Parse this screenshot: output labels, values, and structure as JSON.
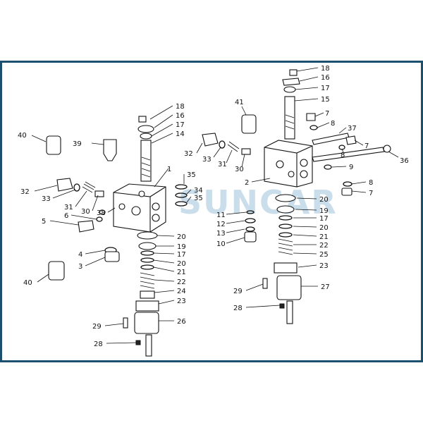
{
  "frame_color": "#1b4f6e",
  "watermark": "SUNCAR",
  "left_assembly_labels": [
    "40",
    "39",
    "32",
    "33",
    "31",
    "30",
    "38",
    "6",
    "5",
    "4",
    "3",
    "40",
    "18",
    "16",
    "17",
    "14",
    "1",
    "35",
    "34",
    "35",
    "20",
    "19",
    "17",
    "20",
    "21",
    "22",
    "24",
    "23",
    "26",
    "29",
    "28"
  ],
  "right_assembly_labels": [
    "18",
    "16",
    "17",
    "15",
    "41",
    "7",
    "8",
    "37",
    "7",
    "8",
    "36",
    "32",
    "33",
    "31",
    "30",
    "9",
    "2",
    "8",
    "7",
    "20",
    "19",
    "17",
    "11",
    "12",
    "13",
    "10",
    "20",
    "21",
    "22",
    "25",
    "23",
    "27",
    "29",
    "28"
  ]
}
